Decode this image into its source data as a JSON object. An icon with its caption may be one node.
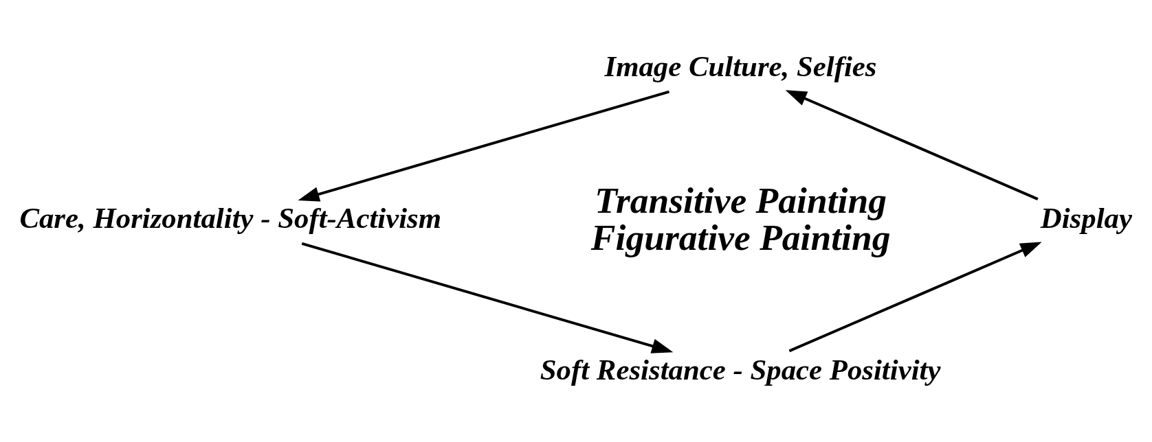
{
  "diagram": {
    "nodes": [
      {
        "text": [
          "Image Culture, Selfies"
        ]
      },
      {
        "text": [
          "Care, Horizontality - Soft-Activism"
        ]
      },
      {
        "text": [
          "Soft Resistance - Space Positivity"
        ]
      },
      {
        "text": [
          "Display"
        ]
      }
    ],
    "edges": [
      {
        "from": 0,
        "to": 1,
        "arrow": "to"
      },
      {
        "from": 1,
        "to": 2,
        "arrow": "to"
      },
      {
        "from": 2,
        "to": 3,
        "arrow": "to"
      },
      {
        "from": 3,
        "to": 0,
        "arrow": "to"
      }
    ],
    "labels": [
      "Transitive Painting",
      "Figurative Painting"
    ]
  }
}
